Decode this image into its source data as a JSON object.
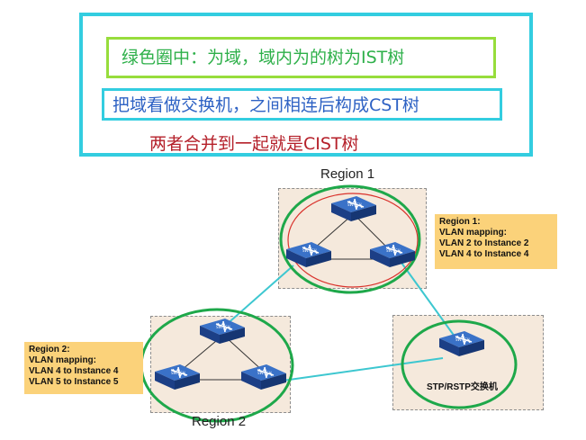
{
  "annotations": {
    "line1": "绿色圈中：为域，域内为的树为IST树",
    "line2": "把域看做交换机，之间相连后构成CST树",
    "line3": "两者合并到一起就是CIST树"
  },
  "regions": [
    {
      "id": "region1",
      "label": "Region 1"
    },
    {
      "id": "region2",
      "label": "Region 2"
    }
  ],
  "info_boxes": {
    "region1": [
      "Region 1:",
      "VLAN mapping:",
      "VLAN 2 to Instance 2",
      "VLAN 4 to Instance 4"
    ],
    "region2": [
      "Region 2:",
      "VLAN mapping:",
      "VLAN 4 to Instance 4",
      "VLAN 5 to Instance 5"
    ]
  },
  "stp_switch_label": "STP/RSTP交换机",
  "switch_icon_text": "SWITCH",
  "colors": {
    "annot_border": "#33cde0",
    "green_box": "#97dd3c",
    "green_text": "#2eb04a",
    "blue_text": "#2e62c4",
    "red_text": "#b5202a",
    "circle_green": "#1ea84a",
    "region_fill": "#f5e9dc",
    "info_fill": "#fbd27a",
    "link_cyan": "#3dc7d0",
    "switch_blue": "#1f4fa0"
  }
}
